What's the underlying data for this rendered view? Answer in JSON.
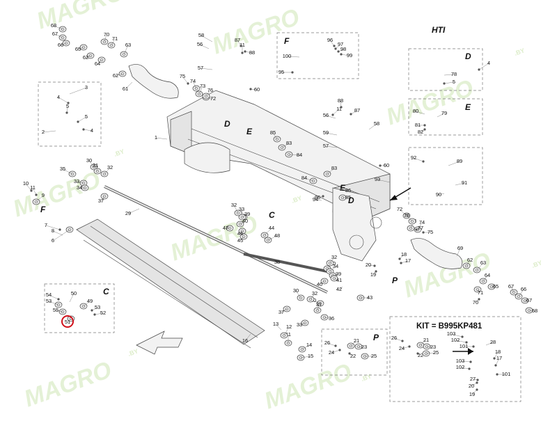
{
  "header": {
    "title": "HTI"
  },
  "watermark": {
    "brand": "MAGRO",
    "suffix": ".BY",
    "color": "#cfe6b5"
  },
  "kit": {
    "label": "KIT = B995KP481"
  },
  "highlight": {
    "part": "51",
    "color": "#d0101a"
  },
  "detail_titles": [
    "F",
    "D",
    "E",
    "C",
    "P"
  ],
  "part_labels": [
    "1",
    "2",
    "3",
    "4",
    "5",
    "6",
    "7",
    "8",
    "9",
    "10",
    "11",
    "12",
    "13",
    "14",
    "15",
    "16",
    "17",
    "18",
    "19",
    "20",
    "21",
    "22",
    "23",
    "24",
    "25",
    "26",
    "27",
    "28",
    "29",
    "30",
    "31",
    "32",
    "33",
    "34",
    "35",
    "36",
    "37",
    "38",
    "39",
    "40",
    "41",
    "42",
    "43",
    "44",
    "45",
    "46",
    "47",
    "48",
    "49",
    "50",
    "51",
    "52",
    "53",
    "54",
    "55",
    "56",
    "57",
    "58",
    "59",
    "60",
    "61",
    "62",
    "63",
    "64",
    "65",
    "66",
    "67",
    "68",
    "69",
    "70",
    "71",
    "72",
    "73",
    "74",
    "75",
    "76",
    "77",
    "78",
    "79",
    "80",
    "81",
    "82",
    "83",
    "84",
    "85",
    "86",
    "87",
    "88",
    "89",
    "90",
    "91",
    "92",
    "93",
    "94",
    "95",
    "96",
    "97",
    "98",
    "99",
    "100",
    "101",
    "102",
    "103"
  ]
}
